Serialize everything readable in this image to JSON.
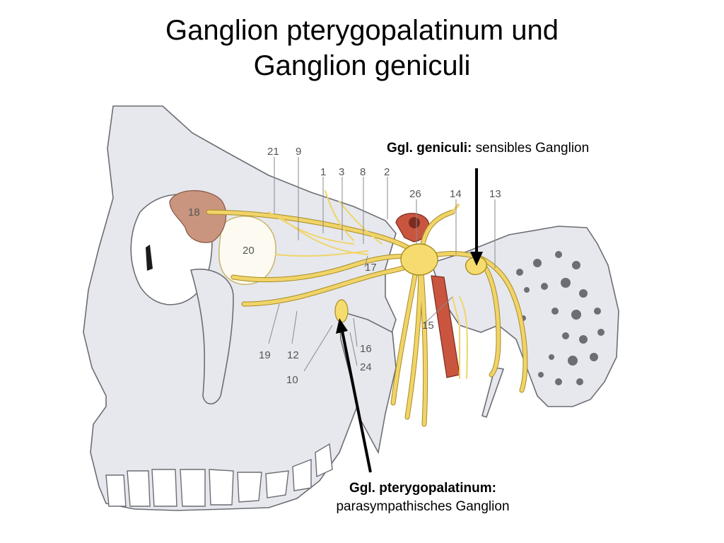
{
  "title": {
    "line1": "Ganglion pterygopalatinum und",
    "line2": "Ganglion geniculi"
  },
  "captions": {
    "geniculi_bold": "Ggl. geniculi:",
    "geniculi_text": "sensibles Ganglion",
    "ptery_bold": "Ggl. pterygopalatinum:",
    "ptery_text": "parasympathisches Ganglion"
  },
  "labels": {
    "n21": "21",
    "n9": "9",
    "n1": "1",
    "n3": "3",
    "n8": "8",
    "n2": "2",
    "n26": "26",
    "n14": "14",
    "n13": "13",
    "n18": "18",
    "n20": "20",
    "n17": "17",
    "n15": "15",
    "n16": "16",
    "n24": "24",
    "n19": "19",
    "n12": "12",
    "n10": "10"
  },
  "colors": {
    "bone": "#e6e8ee",
    "bone_outline": "#6c6e74",
    "nerve": "#f1d469",
    "nerve_outline": "#a98c24",
    "artery": "#c9553f",
    "gland": "#c9957f",
    "eye": "#fdfbf1"
  }
}
